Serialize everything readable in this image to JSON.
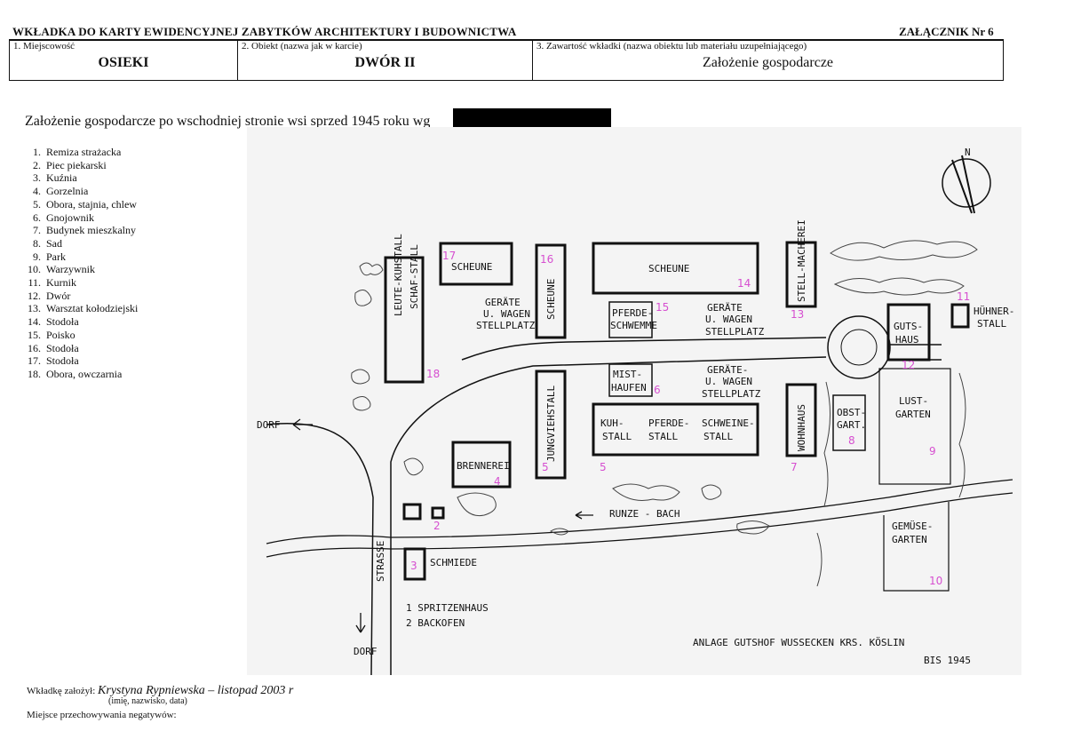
{
  "header": {
    "title": "WKŁADKA DO KARTY EWIDENCYJNEJ ZABYTKÓW ARCHITEKTURY I BUDOWNICTWA",
    "annex": "ZAŁĄCZNIK  Nr 6",
    "field1_label": "1. Miejscowość",
    "field1_value": "OSIEKI",
    "field2_label": "2. Obiekt (nazwa jak w karcie)",
    "field2_value": "DWÓR II",
    "field3_label": "3. Zawartość wkładki (nazwa obiektu lub materiału uzupełniającego)",
    "field3_value": "Założenie gospodarcze"
  },
  "intro": "Założenie gospodarcze po wschodniej stronie wsi sprzed 1945 roku wg",
  "legend": [
    {
      "num": "1.",
      "text": "Remiza strażacka"
    },
    {
      "num": "2.",
      "text": "Piec piekarski"
    },
    {
      "num": "3.",
      "text": "Kuźnia"
    },
    {
      "num": "4.",
      "text": "Gorzelnia"
    },
    {
      "num": "5.",
      "text": "Obora, stajnia, chlew"
    },
    {
      "num": "6.",
      "text": "Gnojownik"
    },
    {
      "num": "7.",
      "text": "Budynek mieszkalny"
    },
    {
      "num": "8.",
      "text": "Sad"
    },
    {
      "num": "9.",
      "text": "Park"
    },
    {
      "num": "10.",
      "text": "Warzywnik"
    },
    {
      "num": "11.",
      "text": "Kurnik"
    },
    {
      "num": "12.",
      "text": "Dwór"
    },
    {
      "num": "13.",
      "text": "Warsztat kołodziejski"
    },
    {
      "num": "14.",
      "text": "Stodoła"
    },
    {
      "num": "15.",
      "text": "Poisko"
    },
    {
      "num": "16.",
      "text": "Stodoła"
    },
    {
      "num": "17.",
      "text": "Stodoła"
    },
    {
      "num": "18.",
      "text": "Obora, owczarnia"
    }
  ],
  "map": {
    "north": "N",
    "scheune_17": "SCHEUNE",
    "num_17": "17",
    "scheune_16": "SCHEUNE",
    "num_16": "16",
    "scheune_14": "SCHEUNE",
    "num_14": "14",
    "stellmacherei": "STELL-MACHEREI",
    "num_13": "13",
    "schafstall": "SCHAF-STALL",
    "leutekuhstall": "LEUTE-KUHSTALL",
    "num_18": "18",
    "geraete1_a": "GERÄTE",
    "geraete1_b": "U. WAGEN",
    "geraete1_c": "STELLPLATZ",
    "pferdeschwemme_a": "PFERDE-",
    "pferdeschwemme_b": "SCHWEMME",
    "num_15": "15",
    "geraete2_a": "GERÄTE",
    "geraete2_b": "U. WAGEN",
    "geraete2_c": "STELLPLATZ",
    "gutshaus_a": "GUTS-",
    "gutshaus_b": "HAUS",
    "num_12": "12",
    "huehnerstall_a": "HÜHNER-",
    "huehnerstall_b": "STALL",
    "num_11": "11",
    "misthaufen_a": "MIST-",
    "misthaufen_b": "HAUFEN",
    "num_6": "6",
    "geraete3_a": "GERÄTE-",
    "geraete3_b": "U. WAGEN",
    "geraete3_c": "STELLPLATZ",
    "jungviehstall": "JUNGVIEHSTALL",
    "num_5a": "5",
    "kuhstall_a": "KUH-",
    "kuhstall_b": "STALL",
    "pferdestall_a": "PFERDE-",
    "pferdestall_b": "STALL",
    "schweinestall_a": "SCHWEINE-",
    "schweinestall_b": "STALL",
    "num_5b": "5",
    "wohnhaus": "WOHNHAUS",
    "num_7": "7",
    "obstgarten_a": "OBST-",
    "obstgarten_b": "GART.",
    "num_8": "8",
    "lustgarten_a": "LUST-",
    "lustgarten_b": "GARTEN",
    "num_9": "9",
    "dorf_west": "DORF",
    "brennerei": "BRENNEREI",
    "num_4": "4",
    "num_2": "2",
    "runzebach": "RUNZE - BACH",
    "gemuesegarten_a": "GEMÜSE-",
    "gemuesegarten_b": "GARTEN",
    "num_10": "10",
    "strasse": "STRASSE",
    "schmiede": "SCHMIEDE",
    "num_3": "3",
    "note_1": "1  SPRITZENHAUS",
    "note_2": "2  BACKOFEN",
    "dorf_south": "DORF",
    "caption_a": "ANLAGE  GUTSHOF  WUSSECKEN  KRS. KÖSLIN",
    "caption_b": "BIS  1945"
  },
  "footer": {
    "author_label": "Wkładkę założył:",
    "author_value": "Krystyna Rypniewska – listopad 2003 r",
    "author_hint": "(imię, nazwisko, data)",
    "storage_label": "Miejsce przechowywania negatywów:"
  }
}
